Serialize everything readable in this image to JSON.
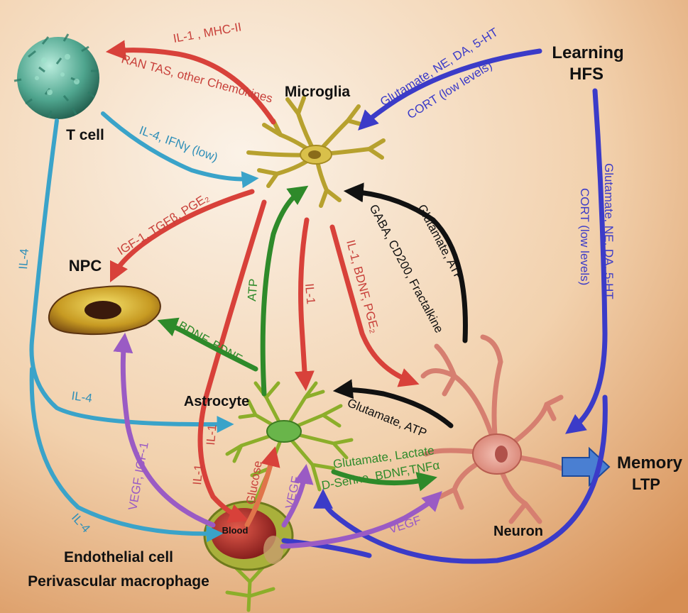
{
  "nodes": {
    "tcell": "T cell",
    "microglia": "Microglia",
    "npc": "NPC",
    "astrocyte": "Astrocyte",
    "neuron": "Neuron",
    "learning": "Learning",
    "hfs": "HFS",
    "memory": "Memory",
    "ltp": "LTP",
    "endothelial": "Endothelial cell",
    "perivascular": "Perivascular macrophage",
    "blood": "Blood"
  },
  "edges": {
    "micro_to_tcell_1": "IL-1 , MHC-II",
    "micro_to_tcell_2": "RAN TAS, other Chemokines",
    "tcell_to_micro": "IL-4, IFNγ (low)",
    "learn_to_micro_1": "Glutamate, NE, DA, 5-HT",
    "learn_to_micro_2": "CORT (low levels)",
    "micro_to_npc": "IGF-1, TGFβ, PGE₂",
    "tcell_il4_side": "IL-4",
    "astro_to_micro": "ATP",
    "micro_to_astro": "IL-1",
    "micro_to_neuron": "IL-1, BDNF, PGE₂",
    "neuron_to_micro_1": "Glutamate, ATP",
    "neuron_to_micro_2": "GABA, CD200, Fractalkine",
    "learn_to_neuron_1": "Glutamate, NE, DA, 5-HT",
    "learn_to_neuron_2": "CORT (low levels)",
    "astro_to_npc": "BDNF, BDNF",
    "tcell_to_astro": "IL-4",
    "neuron_to_astro": "Glutamate, ATP",
    "micro_to_blood_1": "IL-1",
    "micro_to_blood_2": "IL-1",
    "blood_to_astro": "Glucose",
    "blood_to_npc": "VEGF, IGF-1",
    "blood_to_astro_vegf": "VEGF",
    "astro_to_neuron_1": "Glutamate, Lactate",
    "astro_to_neuron_2": "D-Serine, BDNF,TNFα",
    "blood_to_neuron": "VEGF",
    "tcell_to_blood": "IL-4"
  },
  "colors": {
    "red": "#d8413a",
    "blue_light": "#3aa3c9",
    "blue_dark": "#3b3bc8",
    "green": "#2e8a2a",
    "black": "#111111",
    "purple": "#9a5bc4",
    "edge_red_text": "#c8403a",
    "edge_blue_text": "#2f8fb8",
    "edge_purple_text": "#9a5bc4"
  }
}
